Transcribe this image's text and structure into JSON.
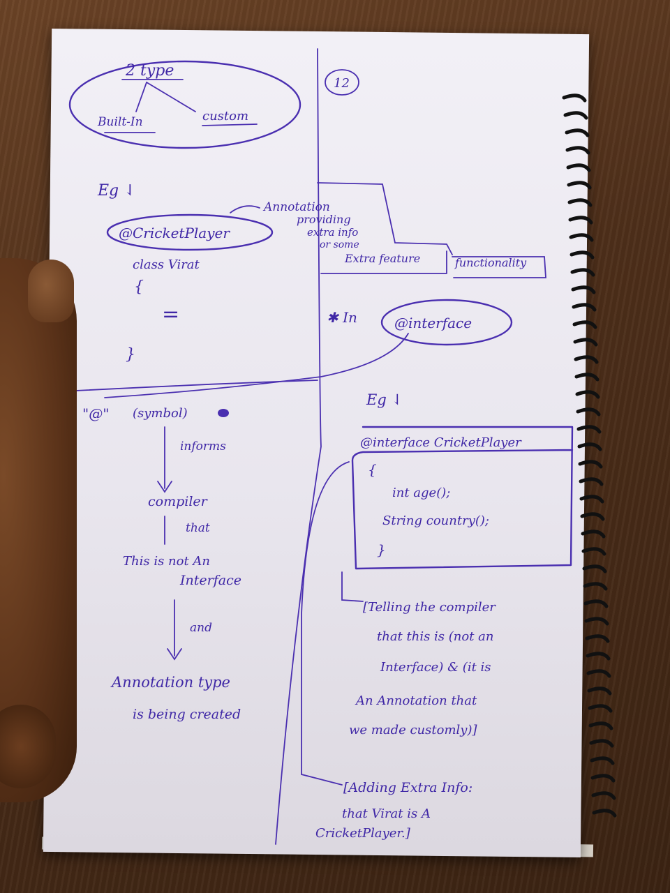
{
  "notes": {
    "top_left": {
      "types_heading": "2 type",
      "builtin_label": "Built-In",
      "custom_label": "custom",
      "eg_label": "Eg ⇃",
      "annotation_box": "@CricketPlayer",
      "annotation_note_1": "Annotation",
      "annotation_note_2": "providing",
      "annotation_note_3": "extra info",
      "annotation_note_4": "or some",
      "annotation_note_5": "Extra feature",
      "annotation_note_6": "functionality",
      "class_line": "class Virat",
      "open_brace": "{",
      "equals": "=",
      "close_brace": "}"
    },
    "right_top": {
      "page_number": "12",
      "star_in": "✱ In",
      "interface_keyword": "@interface"
    },
    "bottom_left": {
      "at_symbol": "\"@\"",
      "symbol_label": "(symbol)",
      "informs": "informs",
      "compiler": "compiler",
      "that": "that",
      "this_is_not": "This is not An",
      "interface": "Interface",
      "and": "and",
      "annotation_type": "Annotation type",
      "is_being_created": "is being created"
    },
    "bottom_right": {
      "eg_label": "Eg ⇃",
      "interface_decl": "@interface CricketPlayer",
      "brace_open": "{",
      "int_age": "int age();",
      "string_country": "String country();",
      "brace_close": "}",
      "telling_1": "[Telling the compiler",
      "telling_2": "that this is (not an",
      "telling_3": "Interface) & (it is",
      "telling_4": "An Annotation that",
      "telling_5": "we made customly)]",
      "adding_1": "[Adding Extra Info:",
      "adding_2": "that Virat is A",
      "adding_3": "CricketPlayer.]"
    }
  },
  "colors": {
    "ink": "#4a2fb0",
    "paper": "#efedf3",
    "table": "#5a3820"
  }
}
